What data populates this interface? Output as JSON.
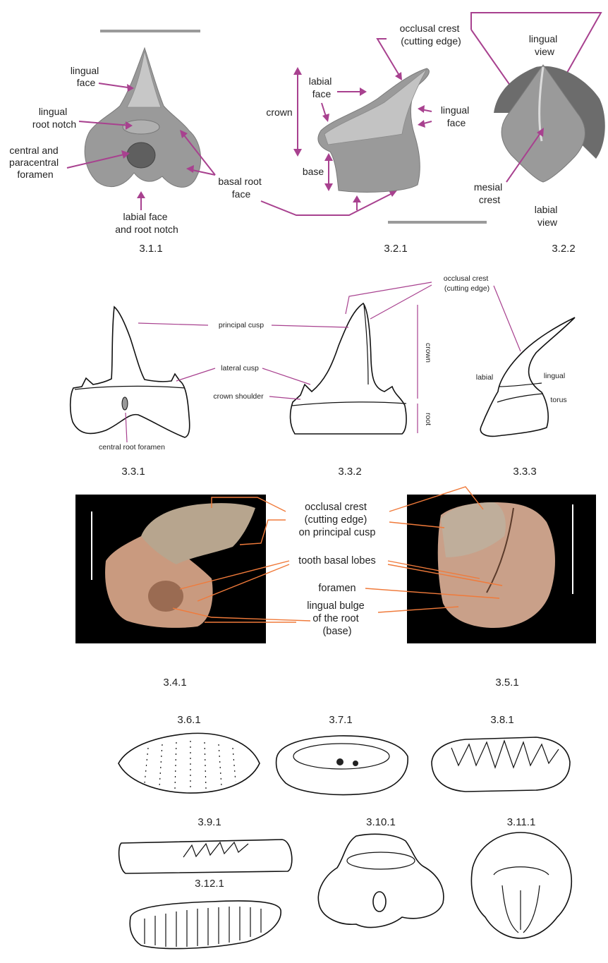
{
  "figure_labels": {
    "f311": "3.1.1",
    "f321": "3.2.1",
    "f322": "3.2.2",
    "f331": "3.3.1",
    "f332": "3.3.2",
    "f333": "3.3.3",
    "f341": "3.4.1",
    "f351": "3.5.1",
    "f361": "3.6.1",
    "f371": "3.7.1",
    "f381": "3.8.1",
    "f391": "3.9.1",
    "f3101": "3.10.1",
    "f3111": "3.11.1",
    "f3121": "3.12.1"
  },
  "panel_311": {
    "lingual_face": [
      "lingual",
      "face"
    ],
    "lingual_root_notch": [
      "lingual",
      "root notch"
    ],
    "central_foramen": [
      "central and",
      "paracentral",
      "foramen"
    ],
    "labial_face_notch": [
      "labial face",
      "and root notch"
    ],
    "basal_root_face": [
      "basal root",
      "face"
    ]
  },
  "panel_321": {
    "occlusal_crest": [
      "occlusal crest",
      "(cutting edge)"
    ],
    "labial_face": [
      "labial",
      "face"
    ],
    "crown": "crown",
    "base": "base",
    "lingual_face": [
      "lingual",
      "face"
    ]
  },
  "panel_322": {
    "lingual_view": [
      "lingual",
      "view"
    ],
    "mesial_crest": [
      "mesial",
      "crest"
    ],
    "labial_view": [
      "labial",
      "view"
    ]
  },
  "panel_33": {
    "occlusal_crest": [
      "occlusal crest",
      "(cutting edge)"
    ],
    "principal_cusp": "principal cusp",
    "lateral_cusp": "lateral cusp",
    "crown_shoulder": "crown shoulder",
    "central_root_foramen": "central root foramen",
    "crown": "crown",
    "root": "root",
    "labial": "labial",
    "lingual": "lingual",
    "torus": "torus"
  },
  "panel_345": {
    "occlusal_crest": [
      "occlusal crest",
      "(cutting edge)",
      "on principal cusp"
    ],
    "tooth_basal_lobes": "tooth basal lobes",
    "foramen": "foramen",
    "lingual_bulge": [
      "lingual bulge",
      "of the root",
      "(base)"
    ]
  },
  "colors": {
    "annotation_magenta": "#a8418f",
    "annotation_orange": "#f07a3a",
    "scale_bar_gray": "#9a9a9a",
    "photo_background": "#000000"
  }
}
